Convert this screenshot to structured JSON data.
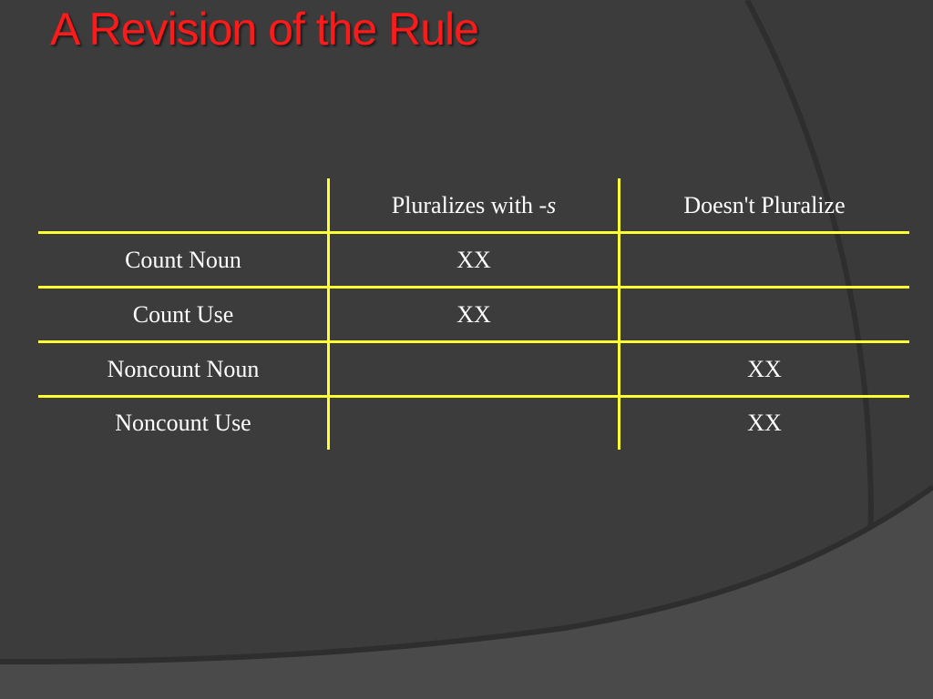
{
  "slide": {
    "title": "A Revision of the Rule"
  },
  "table": {
    "header": {
      "col1_prefix": "Pluralizes with -",
      "col1_italic": "s",
      "col2": "Doesn't Pluralize"
    },
    "rows": [
      {
        "label": "Count Noun",
        "pluralizes": "XX",
        "doesnt": ""
      },
      {
        "label": "Count Use",
        "pluralizes": "XX",
        "doesnt": ""
      },
      {
        "label": "Noncount Noun",
        "pluralizes": "",
        "doesnt": "XX"
      },
      {
        "label": "Noncount Use",
        "pluralizes": "",
        "doesnt": "XX"
      }
    ]
  },
  "colors": {
    "background": "#3a3a3a",
    "title": "#ff1a1a",
    "grid_lines": "#ffff33",
    "text": "#ffffff"
  }
}
